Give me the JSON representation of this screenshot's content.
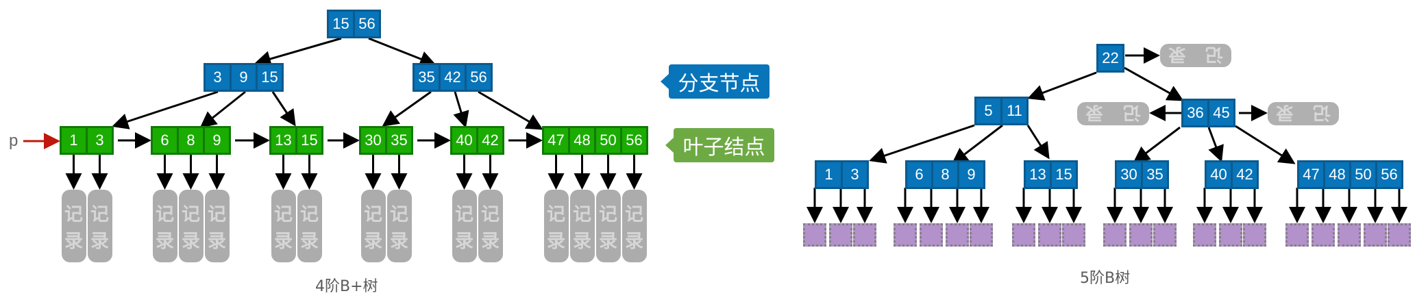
{
  "bplus_tree": {
    "caption": "4阶B+树",
    "pointer_label": "p",
    "root": [
      "15",
      "56"
    ],
    "branches": [
      [
        "3",
        "9",
        "15"
      ],
      [
        "35",
        "42",
        "56"
      ]
    ],
    "leaves": [
      [
        "1",
        "3"
      ],
      [
        "6",
        "8",
        "9"
      ],
      [
        "13",
        "15"
      ],
      [
        "30",
        "35"
      ],
      [
        "40",
        "42"
      ],
      [
        "47",
        "48",
        "50",
        "56"
      ]
    ],
    "record_label": [
      "记",
      "录"
    ],
    "legend": {
      "branch_node": "分支节点",
      "leaf_node": "叶子结点"
    },
    "colors": {
      "branch": "#0874b9",
      "leaf": "#1aac00",
      "record": "#acacac",
      "pointer": "#c0180c"
    }
  },
  "b_tree": {
    "caption": "5阶B树",
    "root": [
      "22"
    ],
    "internal": [
      [
        "5",
        "11"
      ],
      [
        "36",
        "45"
      ]
    ],
    "leaves": [
      [
        "1",
        "3"
      ],
      [
        "6",
        "8",
        "9"
      ],
      [
        "13",
        "15"
      ],
      [
        "30",
        "35"
      ],
      [
        "40",
        "42"
      ],
      [
        "47",
        "48",
        "50",
        "56"
      ]
    ],
    "record_label": [
      "记",
      "录"
    ],
    "colors": {
      "node": "#0874b9",
      "child_placeholder": "#b391cb",
      "record": "#b0b0b0"
    }
  }
}
